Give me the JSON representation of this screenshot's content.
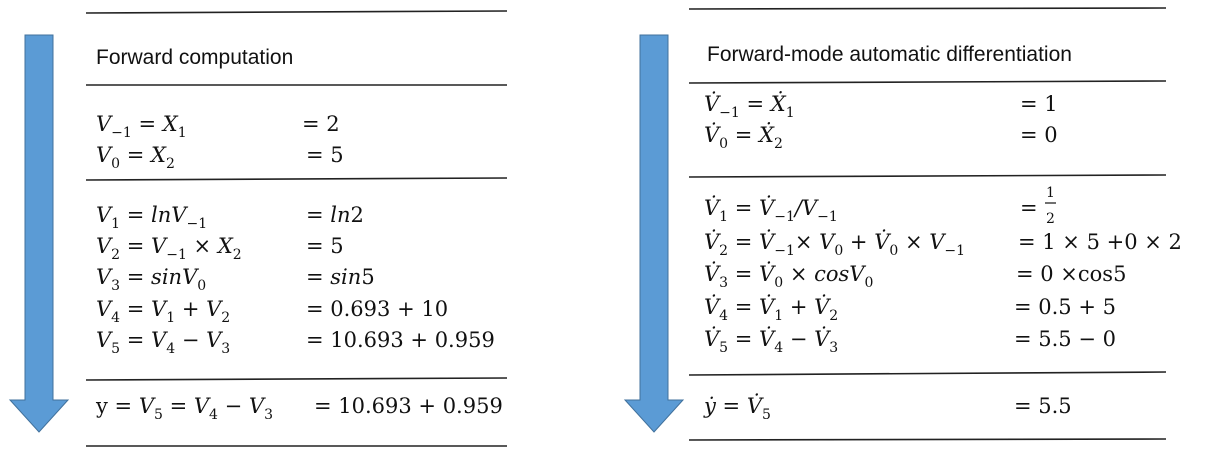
{
  "left": {
    "title": "Forward computation",
    "sections": [
      [
        {
          "lhs": {
            "b": "V",
            "s": "−1"
          },
          "rhs": "= X₁",
          "val": "= 2"
        },
        {
          "lhs": {
            "b": "V",
            "s": "0"
          },
          "rhs": "= X₂",
          "val": "= 5"
        }
      ],
      [
        {
          "lhs": {
            "b": "V",
            "s": "1"
          },
          "rhs": "= lnV₋₁",
          "val": "= ln2"
        },
        {
          "lhs": {
            "b": "V",
            "s": "2"
          },
          "rhs": "= V₋₁ × X₂",
          "val": "= 5"
        },
        {
          "lhs": {
            "b": "V",
            "s": "3"
          },
          "rhs": "= sinV₀",
          "val": "= sin5"
        },
        {
          "lhs": {
            "b": "V",
            "s": "4"
          },
          "rhs": "= V₁ + V₂",
          "val": "= 0.693 + 10"
        },
        {
          "lhs": {
            "b": "V",
            "s": "5"
          },
          "rhs": "= V₄ − V₃",
          "val": "= 10.693 + 0.959"
        }
      ],
      [
        {
          "lhs": {
            "b": "y = V",
            "s": "5"
          },
          "rhs": "= V₄ − V₃",
          "val": "= 10.693 + 0.959"
        }
      ]
    ]
  },
  "right": {
    "title": "Forward-mode automatic differentiation",
    "sections": [
      [
        {
          "lhs": {
            "b": "V̇",
            "s": "−1"
          },
          "rhs": "= Ẋ₁",
          "val": "= 1"
        },
        {
          "lhs": {
            "b": "V̇",
            "s": "0"
          },
          "rhs": "= Ẋ₂",
          "val": "= 0"
        }
      ],
      [
        {
          "lhs": {
            "b": "V̇",
            "s": "1"
          },
          "rhs": "= V̇₋₁/V₋₁",
          "val": "= 1/2"
        },
        {
          "lhs": {
            "b": "V̇",
            "s": "2"
          },
          "rhs": "= V̇₋₁× V₀ + V̇₀ × V₋₁",
          "val": "= 1 × 5 +0 × 2"
        },
        {
          "lhs": {
            "b": "V̇",
            "s": "3"
          },
          "rhs": "= V̇₀ × cosV₀",
          "val": "= 0 ×cos5"
        },
        {
          "lhs": {
            "b": "V̇",
            "s": "4"
          },
          "rhs": "= V̇₁ + V̇₂",
          "val": "= 0.5 + 5"
        },
        {
          "lhs": {
            "b": "V̇",
            "s": "5"
          },
          "rhs": "= V̇₄ − V̇₃",
          "val": "= 5.5 − 0"
        }
      ],
      [
        {
          "lhs": {
            "b": "ẏ",
            "s": ""
          },
          "rhs": "= V̇₅",
          "val": "= 5.5"
        }
      ]
    ]
  },
  "colors": {
    "arrow": "#5b9bd5",
    "arrow_stroke": "#41719c",
    "rule": "#222222",
    "text": "#111111"
  }
}
